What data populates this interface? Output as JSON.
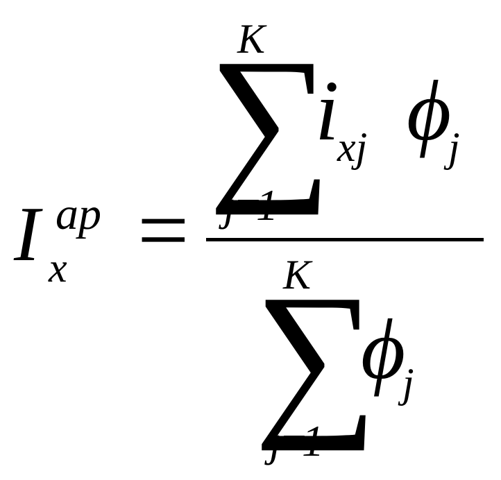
{
  "formula": {
    "lhs": {
      "symbol": "I",
      "superscript": "ap",
      "subscript": "x"
    },
    "equals": "=",
    "numerator": {
      "operator": "∑",
      "upper_limit": "K",
      "lower_limit": "j =1",
      "term_symbol": "i",
      "term_subscript": "xj",
      "weight_symbol": "ϕ",
      "weight_subscript": "j"
    },
    "denominator": {
      "operator": "∑",
      "upper_limit": "K",
      "lower_limit": "j =1",
      "weight_symbol": "ϕ",
      "weight_subscript": "j"
    }
  }
}
